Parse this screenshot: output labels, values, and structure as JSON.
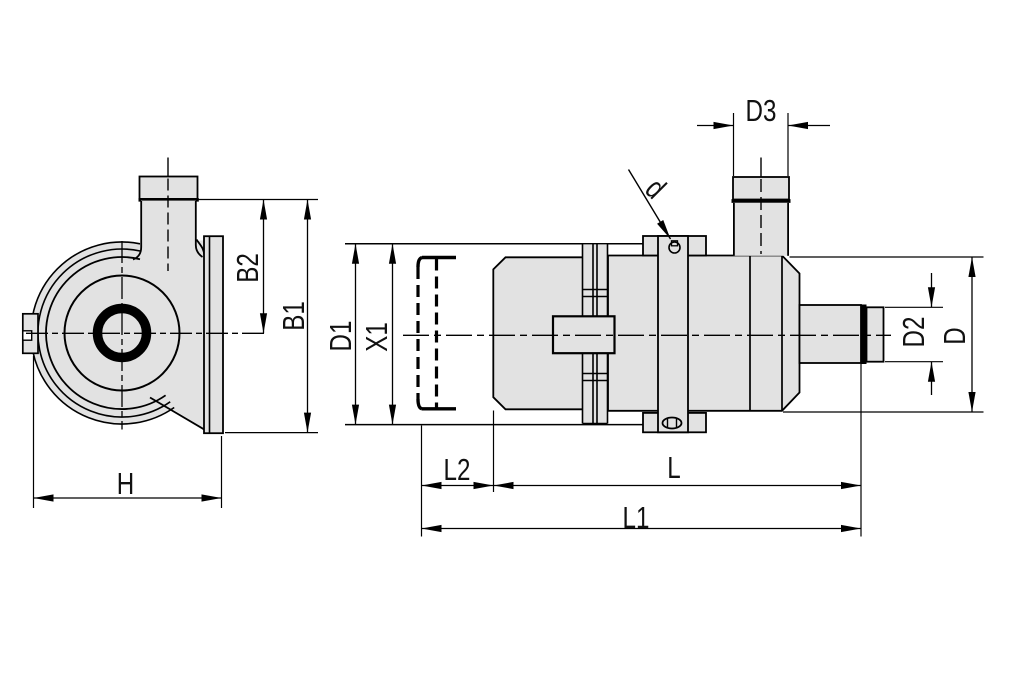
{
  "drawing": {
    "kind": "technical-dimension-drawing",
    "views": {
      "side_view": {
        "dimension_labels": [
          "B2",
          "B1",
          "H"
        ]
      },
      "front_view": {
        "dimension_labels": [
          "D3",
          "d",
          "D1",
          "X1",
          "D2",
          "D",
          "L2",
          "L",
          "L1"
        ]
      }
    },
    "labels": {
      "b2": "B2",
      "b1": "B1",
      "h": "H",
      "d1": "D1",
      "x1": "X1",
      "d3": "D3",
      "d_lower": "d",
      "d2": "D2",
      "d_upper": "D",
      "l2": "L2",
      "l": "L",
      "l1": "L1"
    },
    "colors": {
      "part_fill": "#e2e2e2",
      "line": "#000000",
      "background": "#ffffff"
    }
  }
}
